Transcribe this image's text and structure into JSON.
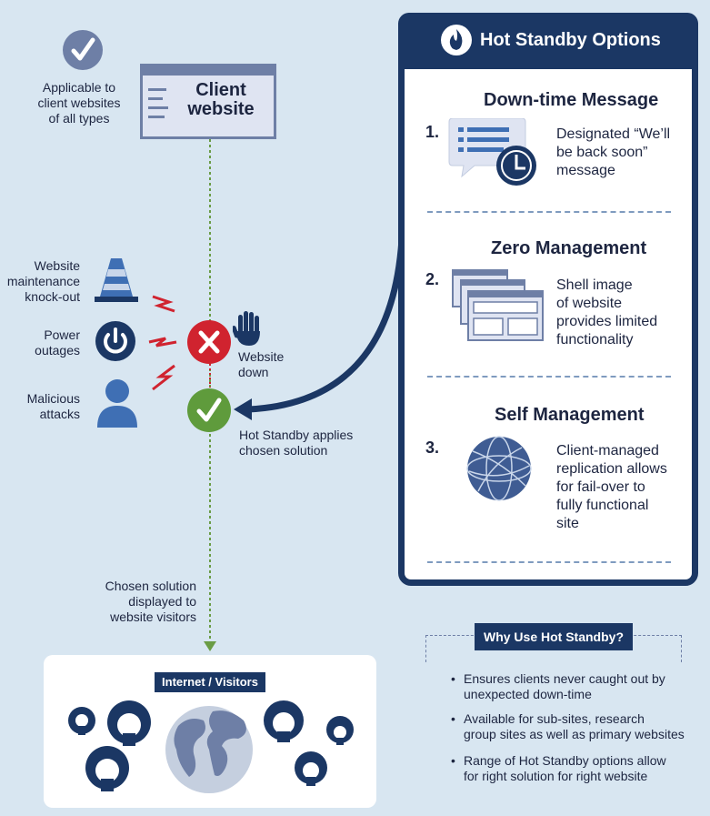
{
  "left": {
    "applicable_text": "Applicable to client websites of all types",
    "applicable_lines": [
      "Applicable to",
      "client websites",
      "of all types"
    ],
    "client_website_lines": [
      "Client",
      "website"
    ],
    "threats": [
      {
        "lines": [
          "Website",
          "maintenance",
          "knock-out"
        ],
        "icon": "traffic-cone-icon"
      },
      {
        "lines": [
          "Power",
          "outages"
        ],
        "icon": "power-icon"
      },
      {
        "lines": [
          "Malicious",
          "attacks"
        ],
        "icon": "person-icon"
      }
    ],
    "website_down_lines": [
      "Website",
      "down"
    ],
    "hot_standby_lines": [
      "Hot Standby applies",
      "chosen solution"
    ],
    "chosen_lines": [
      "Chosen solution",
      "displayed to",
      "website visitors"
    ],
    "internet_label": "Internet / Visitors"
  },
  "panel": {
    "title": "Hot Standby Options",
    "options": [
      {
        "num": "1.",
        "title": "Down-time Message",
        "lines": [
          "Designated “We’ll",
          "be back soon”",
          "message"
        ]
      },
      {
        "num": "2.",
        "title": "Zero Management",
        "lines": [
          "Shell image",
          "of website",
          "provides limited",
          "functionality"
        ]
      },
      {
        "num": "3.",
        "title": "Self Management",
        "lines": [
          "Client-managed",
          "replication allows",
          "for fail-over to",
          "fully functional",
          "site"
        ]
      }
    ]
  },
  "why": {
    "title": "Why Use Hot Standby?",
    "bullets": [
      [
        "Ensures clients never caught out by",
        "unexpected down-time"
      ],
      [
        "Available for sub-sites, research",
        "group sites as well as primary websites"
      ],
      [
        "Range of Hot Standby options allow",
        "for right solution for right website"
      ]
    ]
  },
  "colors": {
    "navy": "#1b3764",
    "check_green": "#5f9b3c",
    "error_red": "#d0232f",
    "icon_blue": "#3f6fb4",
    "bg": "#d8e6f1"
  }
}
